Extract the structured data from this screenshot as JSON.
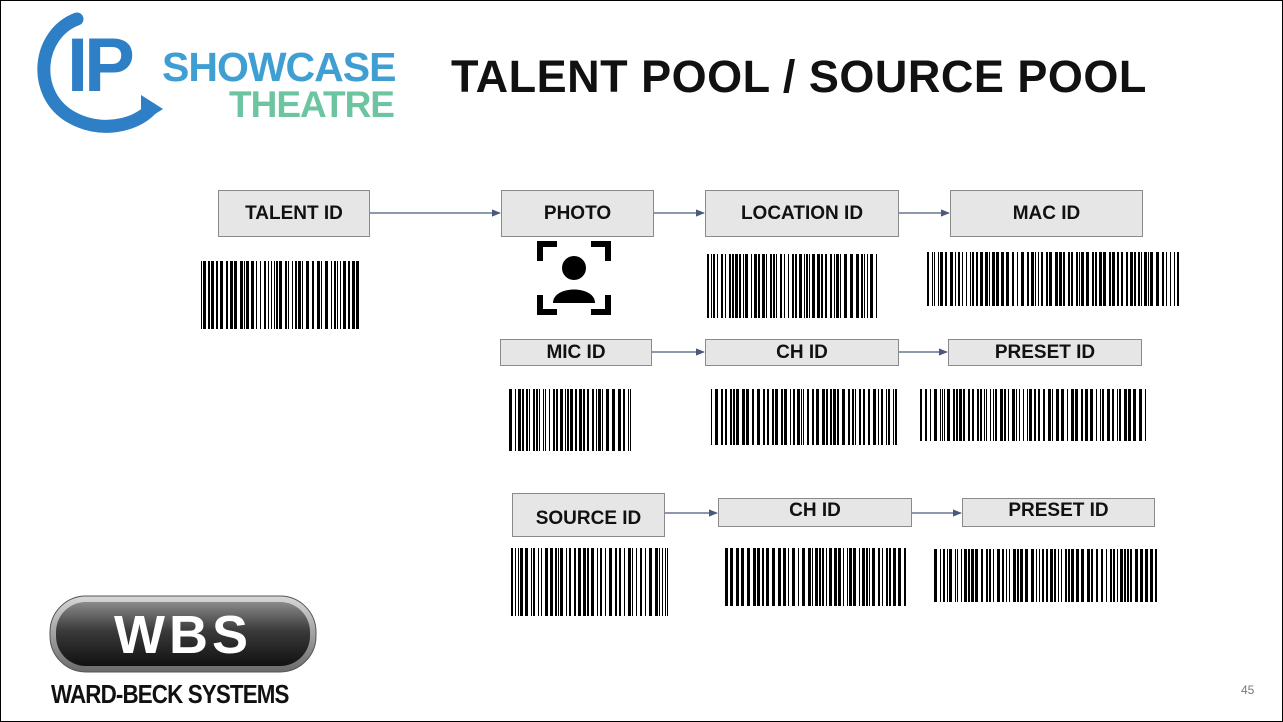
{
  "logo": {
    "ip": "IP",
    "line1": "SHOWCASE",
    "line2": "THEATRE",
    "ip_color": "#2e7fc6",
    "line1_color": "#3f9fd3",
    "line2_color": "#6cc5a0"
  },
  "title": "TALENT POOL / SOURCE POOL",
  "nodes": {
    "talent_id": "TALENT ID",
    "photo": "PHOTO",
    "location_id": "LOCATION ID",
    "mac_id": "MAC ID",
    "mic_id": "MIC ID",
    "ch_id_1": "CH ID",
    "preset_id_1": "PRESET ID",
    "source_id": "SOURCE ID",
    "ch_id_2": "CH ID",
    "preset_id_2": "PRESET ID"
  },
  "edges": [
    [
      "talent_id",
      "photo"
    ],
    [
      "photo",
      "location_id"
    ],
    [
      "location_id",
      "mac_id"
    ],
    [
      "mic_id",
      "ch_id_1"
    ],
    [
      "ch_id_1",
      "preset_id_1"
    ],
    [
      "source_id",
      "ch_id_2"
    ],
    [
      "ch_id_2",
      "preset_id_2"
    ]
  ],
  "icons": {
    "photo": "person-portrait-icon",
    "barcode": "barcode-icon"
  },
  "brand": {
    "wbs_logo": "WBS",
    "company_name": "WARD-BECK SYSTEMS"
  },
  "page_number": "45"
}
